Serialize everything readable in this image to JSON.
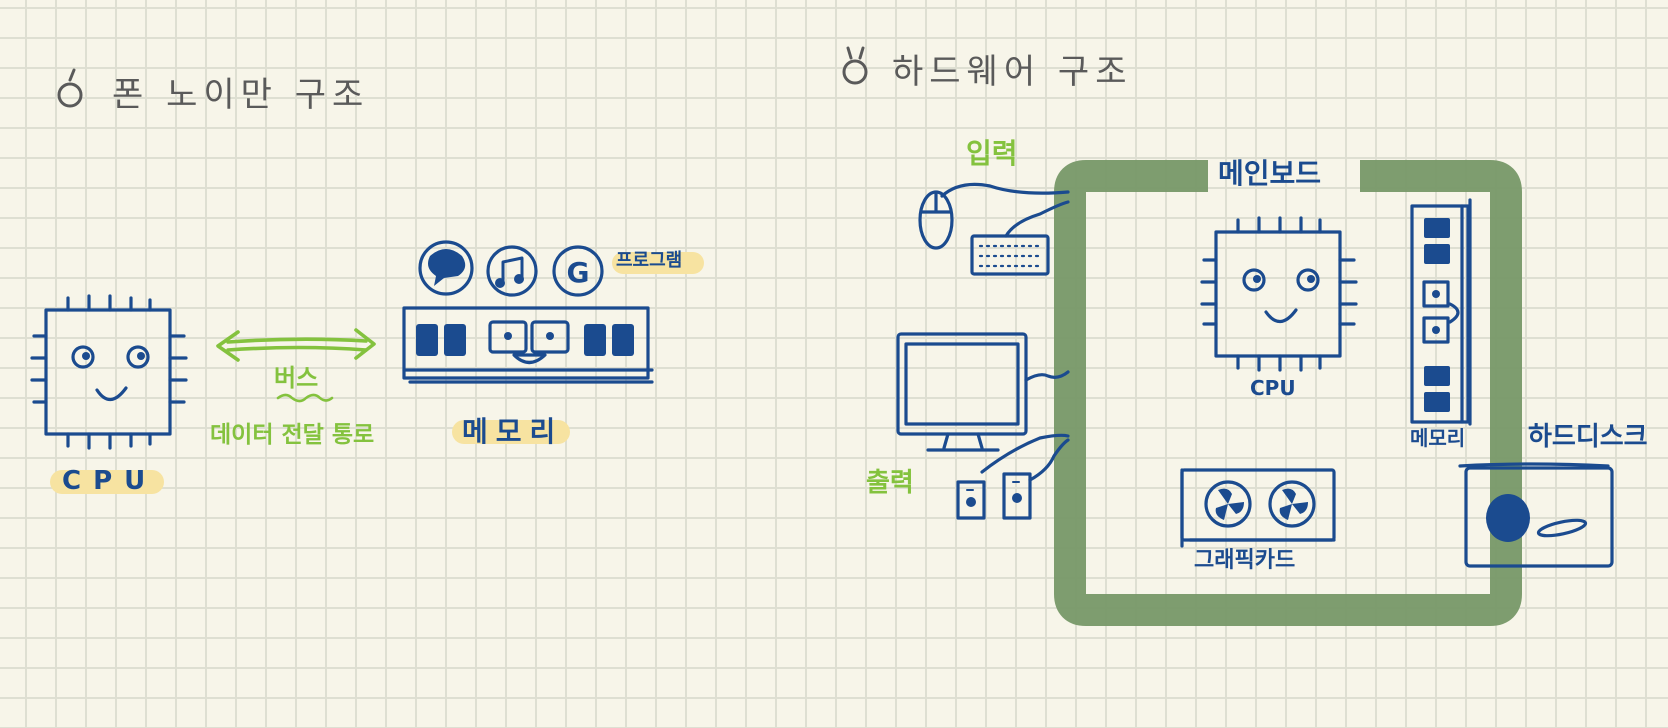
{
  "titles": {
    "left": "폰 노이만 구조",
    "right": "하드웨어 구조",
    "left_marker": "①",
    "right_marker": "②"
  },
  "left": {
    "cpu": "CPU",
    "bus": "버스",
    "bus_desc": "데이터 전달 통로",
    "memory": "메모리",
    "program": "프로그램",
    "program_icons": [
      "chat-icon",
      "music-note-icon",
      "g-letter-icon"
    ],
    "g_glyph": "G"
  },
  "right": {
    "input": "입력",
    "output": "출력",
    "mainboard": "메인보드",
    "cpu": "CPU",
    "memory": "메모리",
    "graphics_card": "그래픽카드",
    "hard_disk": "하드디스크",
    "peripherals": [
      "mouse-icon",
      "keyboard-icon",
      "monitor-icon",
      "speaker-icon"
    ]
  },
  "colors": {
    "navy": "#1b4b8f",
    "green": "#84c23e",
    "board": "#7a9a6a",
    "highlight": "#f7e3a1",
    "grid": "#dedfd2",
    "paper": "#f7f5e9"
  }
}
